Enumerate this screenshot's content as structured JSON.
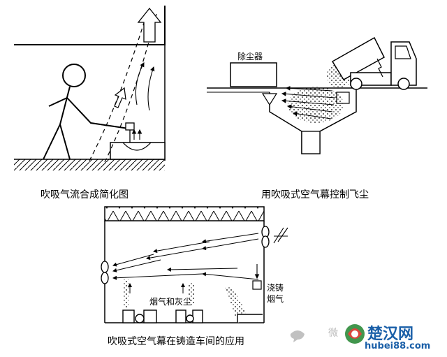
{
  "figure1": {
    "caption": "吹吸气流合成简化图"
  },
  "figure2": {
    "caption": "用吹吸式空气幕控制飞尘",
    "collector_label": "除尘器"
  },
  "figure3": {
    "caption": "吹吸式空气幕在铸造车间的应用",
    "smoke_label": "烟气和灰尘",
    "pouring_label_1": "浇铸",
    "pouring_label_2": "烟气"
  },
  "watermark": {
    "source_text": "微",
    "site_name": "楚汉网",
    "site_url": "hubei88.com"
  },
  "colors": {
    "ink": "#000000",
    "brand_blue": "#1a5fa8",
    "brand_green": "#2e8b3a",
    "brand_red": "#d8332a"
  }
}
